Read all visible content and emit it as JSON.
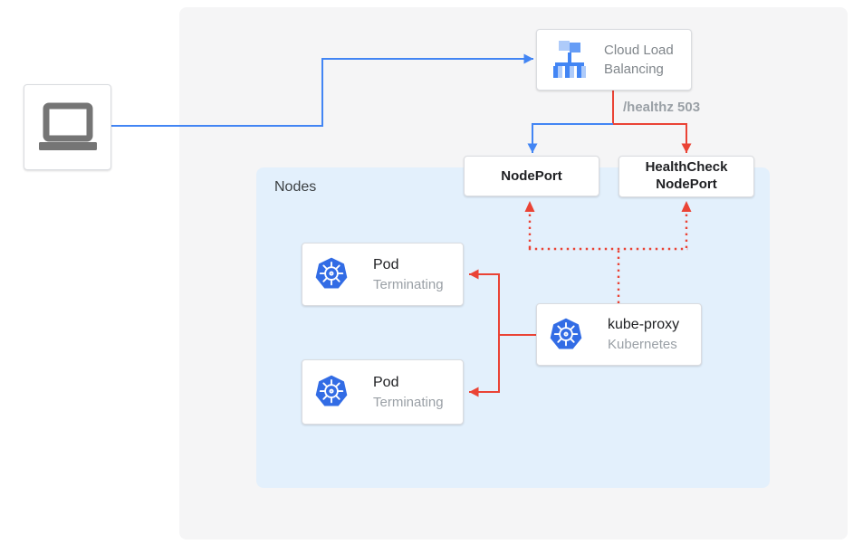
{
  "colors": {
    "line_blue": "#4285F4",
    "line_red": "#EA4335",
    "panel_gray": "#F5F5F6",
    "panel_blue": "#E3F0FC",
    "card_border": "#DADCE0",
    "text_dark": "#202124",
    "text_secondary_gray": "#9AA0A6",
    "kubernetes_blue": "#326CE5",
    "laptop_icon_gray": "#757575",
    "lb_icon_light_blue": "#AECBFA",
    "lb_icon_mid_blue": "#669DF6"
  },
  "client": {
    "icon": "laptop-icon"
  },
  "cloud_load_balancing": {
    "label": "Cloud Load Balancing",
    "icon": "load-balancer-icon"
  },
  "health_check_label": "/healthz 503",
  "node_port": {
    "label": "NodePort"
  },
  "health_check_node_port": {
    "label": "HealthCheck NodePort"
  },
  "nodes_panel": {
    "label": "Nodes"
  },
  "pods": [
    {
      "title": "Pod",
      "status": "Terminating",
      "icon": "kubernetes-icon"
    },
    {
      "title": "Pod",
      "status": "Terminating",
      "icon": "kubernetes-icon"
    }
  ],
  "kube_proxy": {
    "title": "kube-proxy",
    "subtitle": "Kubernetes",
    "icon": "kubernetes-icon"
  }
}
